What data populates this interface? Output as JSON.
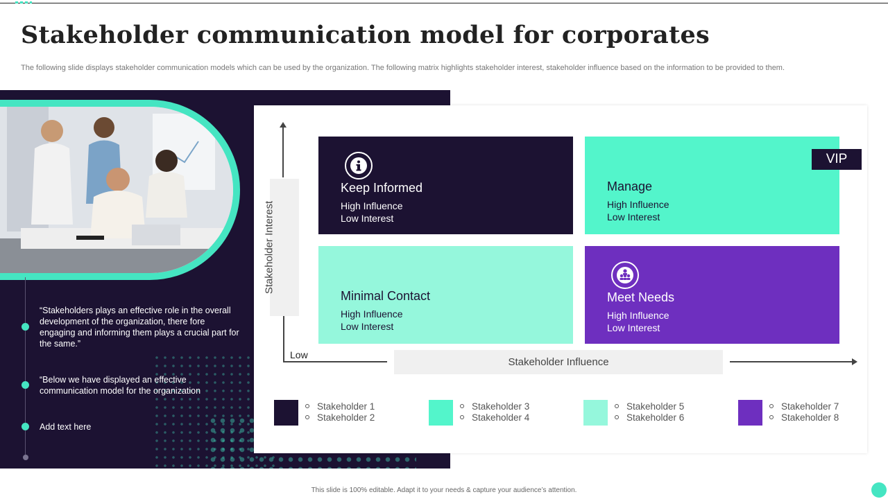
{
  "slide": {
    "title": "Stakeholder communication model for corporates",
    "subtitle": "The following slide displays stakeholder communication models which can be used by the organization. The following matrix highlights stakeholder interest, stakeholder influence based on the information to be provided to them.",
    "footer": "This slide is 100% editable. Adapt it to your needs & capture your audience’s attention."
  },
  "left_panel": {
    "photo_icon": "team-meeting-photo",
    "points": [
      "“Stakeholders plays an effective role in the overall development of the organization, there fore engaging and informing them plays a crucial part for the same.”",
      "“Below we have displayed an effective communication model for the organization",
      "Add text here"
    ]
  },
  "matrix": {
    "y_axis_label": "Stakeholder Interest",
    "x_axis_label": "Stakeholder Influence",
    "origin_label": "Low",
    "vip_label": "VIP",
    "quadrants": [
      {
        "title": "Keep Informed",
        "line1": "High Influence",
        "line2": "Low Interest",
        "icon": "info-icon"
      },
      {
        "title": "Manage",
        "line1": "High Influence",
        "line2": "Low Interest"
      },
      {
        "title": "Minimal Contact",
        "line1": "High Influence",
        "line2": "Low Interest"
      },
      {
        "title": "Meet Needs",
        "line1": "High Influence",
        "line2": "Low Interest",
        "icon": "group-icon"
      }
    ],
    "colors": {
      "dark": "#1c1232",
      "teal": "#53f5cb",
      "light_teal": "#95f7dc",
      "purple": "#6e2fbf"
    }
  },
  "legend": [
    {
      "items": [
        "Stakeholder 1",
        "Stakeholder 2"
      ],
      "color": "#1c1232"
    },
    {
      "items": [
        "Stakeholder 3",
        "Stakeholder 4"
      ],
      "color": "#53f5cb"
    },
    {
      "items": [
        "Stakeholder 5",
        "Stakeholder 6"
      ],
      "color": "#95f7dc"
    },
    {
      "items": [
        "Stakeholder 7",
        "Stakeholder 8"
      ],
      "color": "#6e2fbf"
    }
  ]
}
